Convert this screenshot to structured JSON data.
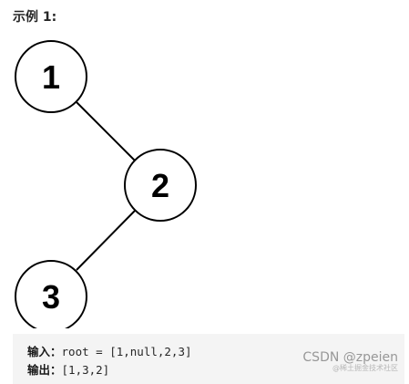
{
  "example": {
    "title": "示例 1:"
  },
  "tree": {
    "nodes": [
      {
        "id": "n1",
        "label": "1"
      },
      {
        "id": "n2",
        "label": "2"
      },
      {
        "id": "n3",
        "label": "3"
      }
    ],
    "edges": [
      {
        "from": "n1",
        "to": "n2"
      },
      {
        "from": "n2",
        "to": "n3"
      }
    ],
    "colors": {
      "stroke": "#000000",
      "fill": "#ffffff"
    }
  },
  "io": {
    "input_label": "输入：",
    "input_value": "root = [1,null,2,3]",
    "output_label": "输出：",
    "output_value": "[1,3,2]",
    "background": "#f4f4f4"
  },
  "watermark": {
    "main": "CSDN @zpeien",
    "sub": "@稀土掘金技术社区"
  }
}
